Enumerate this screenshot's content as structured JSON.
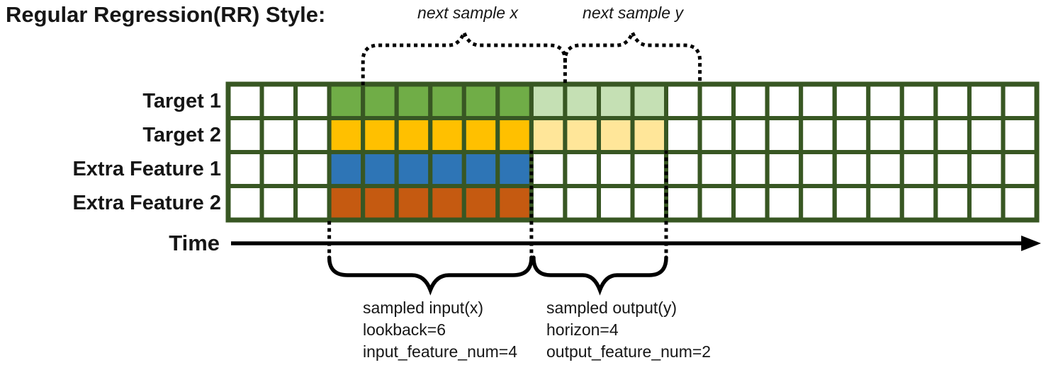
{
  "title": "Regular Regression(RR) Style:",
  "annotations": {
    "next_sample_x": "next sample x",
    "next_sample_y": "next sample y"
  },
  "time_axis": {
    "label": "Time"
  },
  "rows": [
    {
      "label": "Target 1",
      "input_color": "#70AD47",
      "output_color": "#C5E0B4"
    },
    {
      "label": "Target 2",
      "input_color": "#FFC000",
      "output_color": "#FFE699"
    },
    {
      "label": "Extra Feature 1",
      "input_color": "#2E75B6",
      "output_color": null
    },
    {
      "label": "Extra Feature 2",
      "input_color": "#C55A11",
      "output_color": null
    }
  ],
  "grid": {
    "columns": 24,
    "input_start_col": 3,
    "lookback": 6,
    "horizon": 4,
    "next_sample_shift": 1,
    "empty_color": "#FFFFFF",
    "line_color": "#385723",
    "accent_black": "#000000"
  },
  "captions": {
    "input": [
      "sampled input(x)",
      "lookback=6",
      "input_feature_num=4"
    ],
    "output": [
      "sampled output(y)",
      "horizon=4",
      "output_feature_num=2"
    ]
  }
}
